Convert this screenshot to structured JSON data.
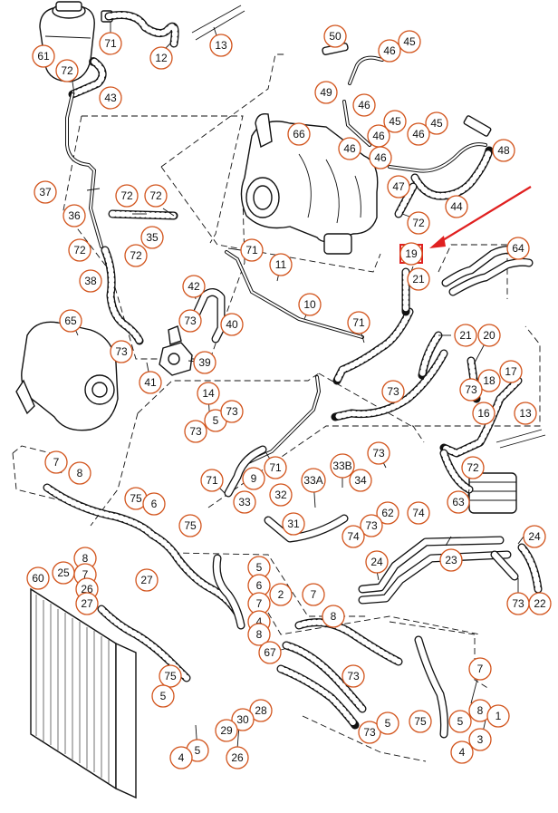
{
  "diagram": {
    "accent_color": "#d2541c",
    "arrow_color": "#e02020",
    "highlighted_callout": "19",
    "callouts": [
      {
        "id": "c61",
        "label": "61"
      },
      {
        "id": "c71a",
        "label": "71"
      },
      {
        "id": "c12",
        "label": "12"
      },
      {
        "id": "c13a",
        "label": "13"
      },
      {
        "id": "c72a",
        "label": "72"
      },
      {
        "id": "c43",
        "label": "43"
      },
      {
        "id": "c50",
        "label": "50"
      },
      {
        "id": "c46a",
        "label": "46"
      },
      {
        "id": "c45a",
        "label": "45"
      },
      {
        "id": "c49",
        "label": "49"
      },
      {
        "id": "c46b",
        "label": "46"
      },
      {
        "id": "c45b",
        "label": "45"
      },
      {
        "id": "c45c",
        "label": "45"
      },
      {
        "id": "c46c",
        "label": "46"
      },
      {
        "id": "c46d",
        "label": "46"
      },
      {
        "id": "c66",
        "label": "66"
      },
      {
        "id": "c46e",
        "label": "46"
      },
      {
        "id": "c48",
        "label": "48"
      },
      {
        "id": "c46f",
        "label": "46"
      },
      {
        "id": "c47",
        "label": "47"
      },
      {
        "id": "c37",
        "label": "37"
      },
      {
        "id": "c72b",
        "label": "72"
      },
      {
        "id": "c72c",
        "label": "72"
      },
      {
        "id": "c36",
        "label": "36"
      },
      {
        "id": "c44",
        "label": "44"
      },
      {
        "id": "c72d",
        "label": "72"
      },
      {
        "id": "c35",
        "label": "35"
      },
      {
        "id": "c72e",
        "label": "72"
      },
      {
        "id": "c72f",
        "label": "72"
      },
      {
        "id": "c71b",
        "label": "71"
      },
      {
        "id": "c19",
        "label": "19"
      },
      {
        "id": "c64",
        "label": "64"
      },
      {
        "id": "c38",
        "label": "38"
      },
      {
        "id": "c42",
        "label": "42"
      },
      {
        "id": "c11",
        "label": "11"
      },
      {
        "id": "c21a",
        "label": "21"
      },
      {
        "id": "c65",
        "label": "65"
      },
      {
        "id": "c73a",
        "label": "73"
      },
      {
        "id": "c40",
        "label": "40"
      },
      {
        "id": "c10",
        "label": "10"
      },
      {
        "id": "c71c",
        "label": "71"
      },
      {
        "id": "c21b",
        "label": "21"
      },
      {
        "id": "c20",
        "label": "20"
      },
      {
        "id": "c73b",
        "label": "73"
      },
      {
        "id": "c39",
        "label": "39"
      },
      {
        "id": "c41",
        "label": "41"
      },
      {
        "id": "c73c",
        "label": "73"
      },
      {
        "id": "c18",
        "label": "18"
      },
      {
        "id": "c17",
        "label": "17"
      },
      {
        "id": "c73d",
        "label": "73"
      },
      {
        "id": "c14",
        "label": "14"
      },
      {
        "id": "c5a",
        "label": "5"
      },
      {
        "id": "c73e",
        "label": "73"
      },
      {
        "id": "c16",
        "label": "16"
      },
      {
        "id": "c73f",
        "label": "73"
      },
      {
        "id": "c13b",
        "label": "13"
      },
      {
        "id": "c7a",
        "label": "7"
      },
      {
        "id": "c8a",
        "label": "8"
      },
      {
        "id": "c71d",
        "label": "71"
      },
      {
        "id": "c9",
        "label": "9"
      },
      {
        "id": "c71e",
        "label": "71"
      },
      {
        "id": "c33b",
        "label": "33B"
      },
      {
        "id": "c73g",
        "label": "73"
      },
      {
        "id": "c72g",
        "label": "72"
      },
      {
        "id": "c33a",
        "label": "33A"
      },
      {
        "id": "c34",
        "label": "34"
      },
      {
        "id": "c75a",
        "label": "75"
      },
      {
        "id": "c6a",
        "label": "6"
      },
      {
        "id": "c32",
        "label": "32"
      },
      {
        "id": "c33",
        "label": "33"
      },
      {
        "id": "c62",
        "label": "62"
      },
      {
        "id": "c63",
        "label": "63"
      },
      {
        "id": "c74a",
        "label": "74"
      },
      {
        "id": "c73h",
        "label": "73"
      },
      {
        "id": "c74b",
        "label": "74"
      },
      {
        "id": "c31",
        "label": "31"
      },
      {
        "id": "c75b",
        "label": "75"
      },
      {
        "id": "c24a",
        "label": "24"
      },
      {
        "id": "c24b",
        "label": "24"
      },
      {
        "id": "c23",
        "label": "23"
      },
      {
        "id": "c8b",
        "label": "8"
      },
      {
        "id": "c60",
        "label": "60"
      },
      {
        "id": "c25",
        "label": "25"
      },
      {
        "id": "c7b",
        "label": "7"
      },
      {
        "id": "c27a",
        "label": "27"
      },
      {
        "id": "c26a",
        "label": "26"
      },
      {
        "id": "c27b",
        "label": "27"
      },
      {
        "id": "c5b",
        "label": "5"
      },
      {
        "id": "c6b",
        "label": "6"
      },
      {
        "id": "c2",
        "label": "2"
      },
      {
        "id": "c7c",
        "label": "7"
      },
      {
        "id": "c7d",
        "label": "7"
      },
      {
        "id": "c4a",
        "label": "4"
      },
      {
        "id": "c8c",
        "label": "8"
      },
      {
        "id": "c8d",
        "label": "8"
      },
      {
        "id": "c73i",
        "label": "73"
      },
      {
        "id": "c22",
        "label": "22"
      },
      {
        "id": "c67",
        "label": "67"
      },
      {
        "id": "c73j",
        "label": "73"
      },
      {
        "id": "c75c",
        "label": "75"
      },
      {
        "id": "c7e",
        "label": "7"
      },
      {
        "id": "c5c",
        "label": "5"
      },
      {
        "id": "c8e",
        "label": "8"
      },
      {
        "id": "c1",
        "label": "1"
      },
      {
        "id": "c28",
        "label": "28"
      },
      {
        "id": "c30",
        "label": "30"
      },
      {
        "id": "c29",
        "label": "29"
      },
      {
        "id": "c73k",
        "label": "73"
      },
      {
        "id": "c5d",
        "label": "5"
      },
      {
        "id": "c75d",
        "label": "75"
      },
      {
        "id": "c5e",
        "label": "5"
      },
      {
        "id": "c3",
        "label": "3"
      },
      {
        "id": "c4b",
        "label": "4"
      },
      {
        "id": "c5f",
        "label": "5"
      },
      {
        "id": "c26b",
        "label": "26"
      },
      {
        "id": "c4c",
        "label": "4"
      }
    ]
  }
}
